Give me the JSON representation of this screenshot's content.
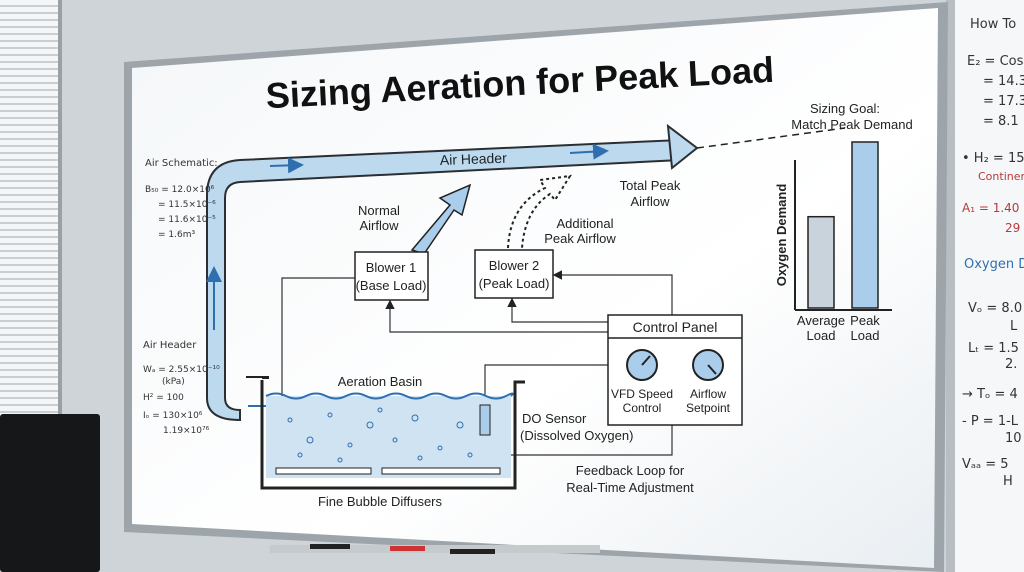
{
  "title": "Sizing Aeration for Peak Load",
  "diagram": {
    "air_header": "Air Header",
    "normal_airflow": [
      "Normal",
      "Airflow"
    ],
    "additional_peak_airflow": [
      "Additional",
      "Peak Airflow"
    ],
    "total_peak_airflow": [
      "Total Peak",
      "Airflow"
    ],
    "blower1": [
      "Blower 1",
      "(Base Load)"
    ],
    "blower2": [
      "Blower 2",
      "(Peak Load)"
    ],
    "control_panel": "Control Panel",
    "vfd": [
      "VFD Speed",
      "Control"
    ],
    "airflow_setpoint": [
      "Airflow",
      "Setpoint"
    ],
    "aeration_basin": "Aeration Basin",
    "do_sensor": [
      "DO Sensor",
      "(Dissolved Oxygen)"
    ],
    "feedback": [
      "Feedback Loop for",
      "Real-Time Adjustment"
    ],
    "diffusers": "Fine Bubble Diffusers",
    "sizing_goal": [
      "Sizing Goal:",
      "Match Peak Demand"
    ]
  },
  "chart_data": {
    "type": "bar",
    "ylabel": "Oxygen Demand",
    "categories": [
      [
        "Average",
        "Load"
      ],
      [
        "Peak",
        "Load"
      ]
    ],
    "values": [
      0.55,
      1.0
    ],
    "colors": [
      "#c9d3dc",
      "#a9cdea"
    ]
  },
  "left_notes": {
    "schematic_title": "Air Schematic:",
    "schematic_lines": [
      "B₅₀ = 12.0×10⁶",
      "= 11.5×10⁻⁶",
      "= 11.6×10⁻⁵",
      "= 1.6m³"
    ],
    "header_title": "Air Header",
    "header_lines": [
      "Wₐ = 2.55×10⁻¹⁰",
      "(kPa)",
      "H² = 100",
      "Iₒ = 130×10⁶",
      "1.19×10⁷⁶"
    ]
  },
  "right_notes": {
    "title": "How To",
    "lines": [
      "E₂ = Cos",
      "= 14.3",
      "= 17.3",
      "= 8.1",
      "• H₂ = 15",
      "Continem",
      "A₁ = 1.40",
      "29",
      "Oxygen D",
      "Vₒ = 8.0",
      "L",
      "Lₜ = 1.5",
      "2.",
      "→ Tₒ = 4",
      "- P = 1-L",
      "10",
      "Vₐₐ = 5",
      "H"
    ]
  },
  "colors": {
    "pipe": "#bcd9ee",
    "accent": "#2f6fb0",
    "ink": "#1e2328"
  }
}
